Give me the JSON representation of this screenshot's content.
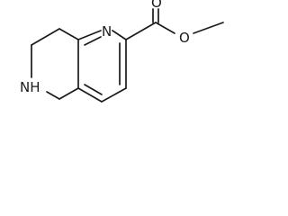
{
  "molecule": {
    "atoms": {
      "ring_n": "N",
      "nh": "NH",
      "carbonyl_o": "O",
      "ester_o": "O"
    }
  }
}
